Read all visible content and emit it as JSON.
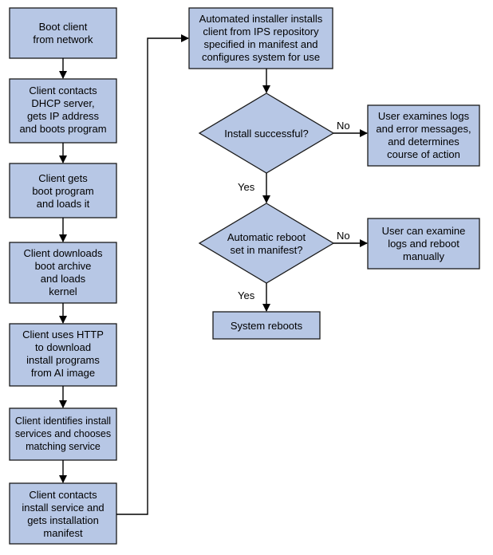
{
  "colors": {
    "box_fill": "#b7c7e5",
    "stroke": "#1a1a1a",
    "line": "#000000"
  },
  "nodes": {
    "boot_network": [
      "Boot client",
      "from network"
    ],
    "dhcp": [
      "Client contacts",
      "DHCP server,",
      "gets IP address",
      "and boots program"
    ],
    "boot_program": [
      "Client gets",
      "boot program",
      "and loads it"
    ],
    "boot_archive": [
      "Client downloads",
      "boot archive",
      "and loads",
      "kernel"
    ],
    "http_download": [
      "Client uses HTTP",
      "to download",
      "install programs",
      "from AI image"
    ],
    "identify_services": [
      "Client identifies install",
      "services and chooses",
      "matching service"
    ],
    "contact_service": [
      "Client contacts",
      "install service and",
      "gets installation",
      "manifest"
    ],
    "ai_installs": [
      "Automated installer installs",
      "client from IPS repository",
      "specified in manifest and",
      "configures system for use"
    ],
    "install_successful": [
      "Install successful?"
    ],
    "examine_logs": [
      "User examines logs",
      "and error messages,",
      "and determines",
      "course of action"
    ],
    "auto_reboot": [
      "Automatic reboot",
      "set in manifest?"
    ],
    "manual_reboot": [
      "User can examine",
      "logs and reboot",
      "manually"
    ],
    "system_reboots": [
      "System reboots"
    ]
  },
  "edges": {
    "install_no": "No",
    "install_yes": "Yes",
    "reboot_no": "No",
    "reboot_yes": "Yes"
  }
}
